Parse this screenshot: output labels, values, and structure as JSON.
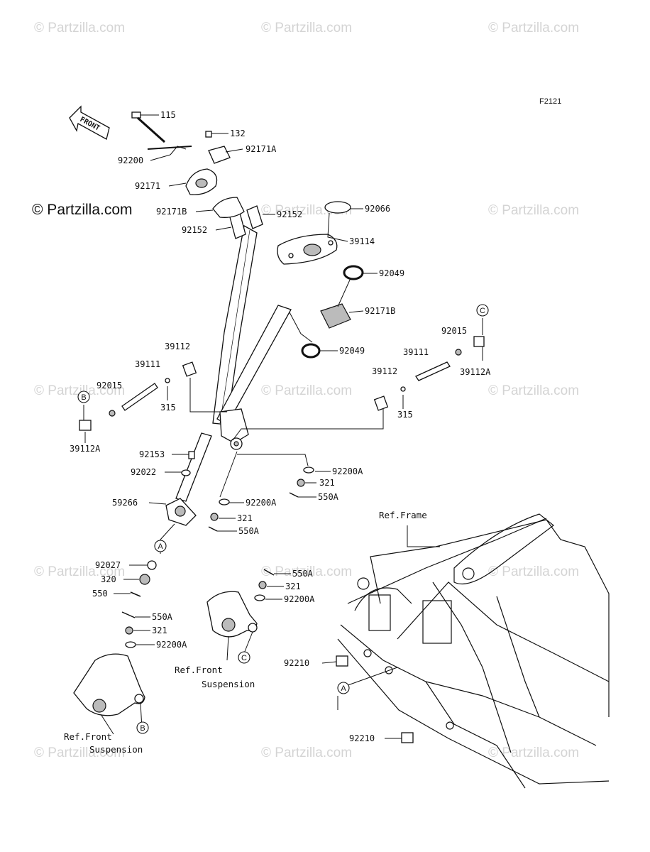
{
  "diagram_code": "F2121",
  "front_label": "FRONT",
  "watermark": "© Partzilla.com",
  "watermark_main": "© Partzilla.com",
  "callouts": {
    "a": "A",
    "b": "B",
    "c": "C"
  },
  "references": {
    "frame": "Ref.Frame",
    "front_suspension_a1": "Ref.Front",
    "front_suspension_a2": "Suspension",
    "front_suspension_b1": "Ref.Front",
    "front_suspension_b2": "Suspension"
  },
  "labels": {
    "p115": "115",
    "p132": "132",
    "p92171A": "92171A",
    "p92200": "92200",
    "p92171": "92171",
    "p92171B_l": "92171B",
    "p92152_r": "92152",
    "p92152_l": "92152",
    "p92066": "92066",
    "p39114": "39114",
    "p92049_t": "92049",
    "p92171B_r": "92171B",
    "p92049_b": "92049",
    "p92015_r": "92015",
    "p39111_r": "39111",
    "p39112_r": "39112",
    "p39112A_r": "39112A",
    "p315_r": "315",
    "p39112_l": "39112",
    "p39111_l": "39111",
    "p92015_l": "92015",
    "p315_l": "315",
    "p39112A_l": "39112A",
    "p92153": "92153",
    "p92022": "92022",
    "p59266": "59266",
    "p92200A_1": "92200A",
    "p321_1": "321",
    "p550A_1": "550A",
    "p92200A_2": "92200A",
    "p321_2": "321",
    "p550A_2": "550A",
    "p92027": "92027",
    "p320": "320",
    "p550": "550",
    "p550A_3": "550A",
    "p321_3": "321",
    "p92200A_3": "92200A",
    "p550A_4": "550A",
    "p321_4": "321",
    "p92200A_4": "92200A",
    "p92210_1": "92210",
    "p92210_2": "92210"
  }
}
